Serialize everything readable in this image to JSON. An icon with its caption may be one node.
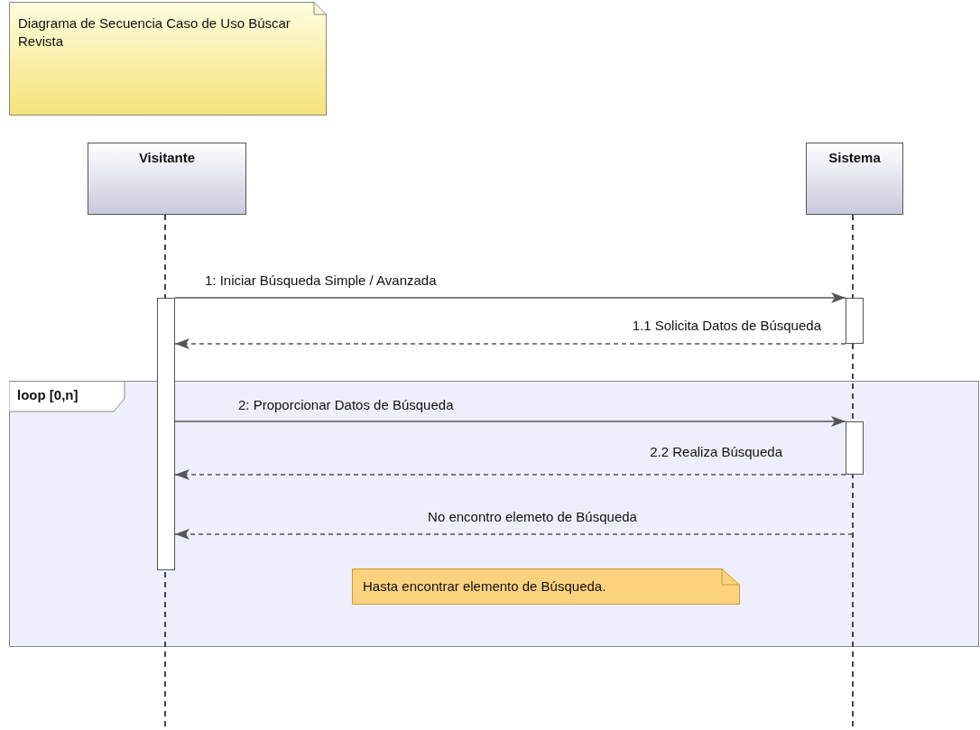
{
  "diagram": {
    "nodes": [
      {
        "text": [
          "Diagrama de Secuencia Caso de Uso Búscar Revista"
        ]
      },
      {
        "text": [
          "Visitante"
        ]
      },
      {
        "text": [
          "Sistema"
        ]
      },
      {
        "text": [],
        "shape": "bar"
      },
      {
        "text": [],
        "shape": "bar"
      },
      {
        "text": [
          "loop [0,n]"
        ]
      },
      {
        "text": [],
        "shape": "bar",
        "in": 5
      },
      {
        "text": [
          "Hasta encontrar elemento de Búsqueda."
        ],
        "in": 5
      }
    ],
    "edges": [
      {
        "from": 3,
        "to": 4,
        "arrow": "to",
        "label": "1: Iniciar Búsqueda Simple / Avanzada"
      },
      {
        "from": 4,
        "to": 3,
        "arrow": "to",
        "label": "1.1 Solicita Datos de Búsqueda",
        "style": "dashed"
      },
      {
        "from": 3,
        "to": 6,
        "arrow": "to",
        "label": "2: Proporcionar Datos de Búsqueda"
      },
      {
        "from": 6,
        "to": 3,
        "arrow": "to",
        "label": "2.2 Realiza Búsqueda",
        "style": "dashed"
      },
      {
        "from": null,
        "to": 3,
        "arrow": "to",
        "label": "No encontro elemeto de Búsqueda",
        "style": "dashed"
      }
    ]
  }
}
